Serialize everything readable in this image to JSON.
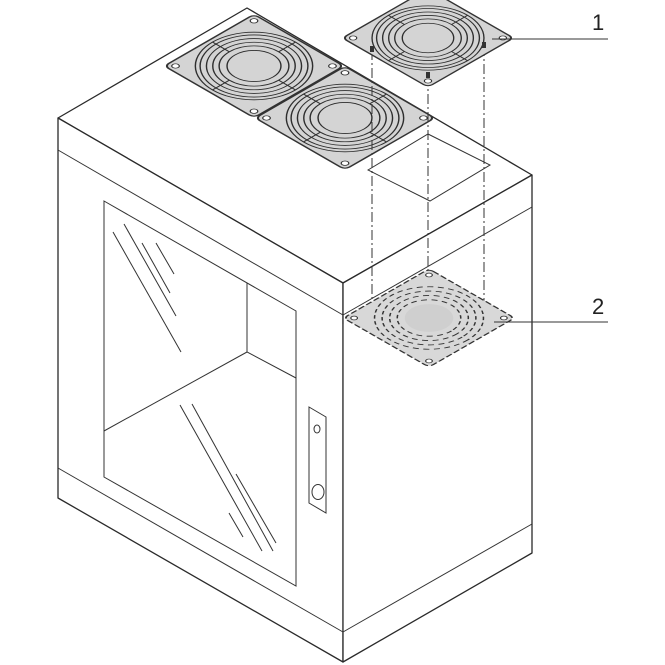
{
  "diagram": {
    "subject": "Wall-mount network cabinet with roof fan installation",
    "callouts": [
      {
        "id": 1,
        "label": "1",
        "part": "fan with guard grille"
      },
      {
        "id": 2,
        "label": "2",
        "part": "dust filter"
      }
    ],
    "colors": {
      "line": "#2a2a2a",
      "fan_fill": "#d4d4d4",
      "background": "#ffffff"
    },
    "components": [
      "cabinet-body",
      "glass-door",
      "door-lock",
      "installed-fan-left",
      "installed-fan-right",
      "roof-cutout",
      "exploded-fan",
      "exploded-filter",
      "assembly-guide-lines"
    ]
  }
}
